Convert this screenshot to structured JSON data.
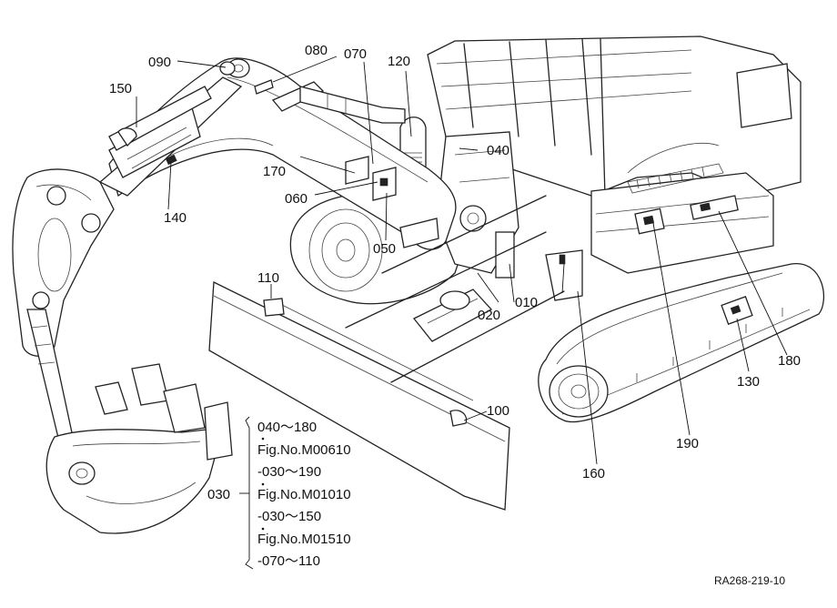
{
  "callouts": {
    "c010": "010",
    "c020": "020",
    "c040": "040",
    "c050": "050",
    "c060": "060",
    "c070": "070",
    "c080": "080",
    "c090": "090",
    "c100": "100",
    "c110": "110",
    "c120": "120",
    "c130": "130",
    "c140": "140",
    "c150": "150",
    "c160": "160",
    "c170": "170",
    "c180": "180",
    "c190": "190",
    "c030": "030"
  },
  "reference_note": {
    "line1": "040～180",
    "line2": "Fig.No.M00610",
    "line3": "-030～190",
    "line4": "Fig.No.M01010",
    "line5": "-030～150",
    "line6": "Fig.No.M01510",
    "line7": "-070～110"
  },
  "drawing_id": "RA268-219-10"
}
